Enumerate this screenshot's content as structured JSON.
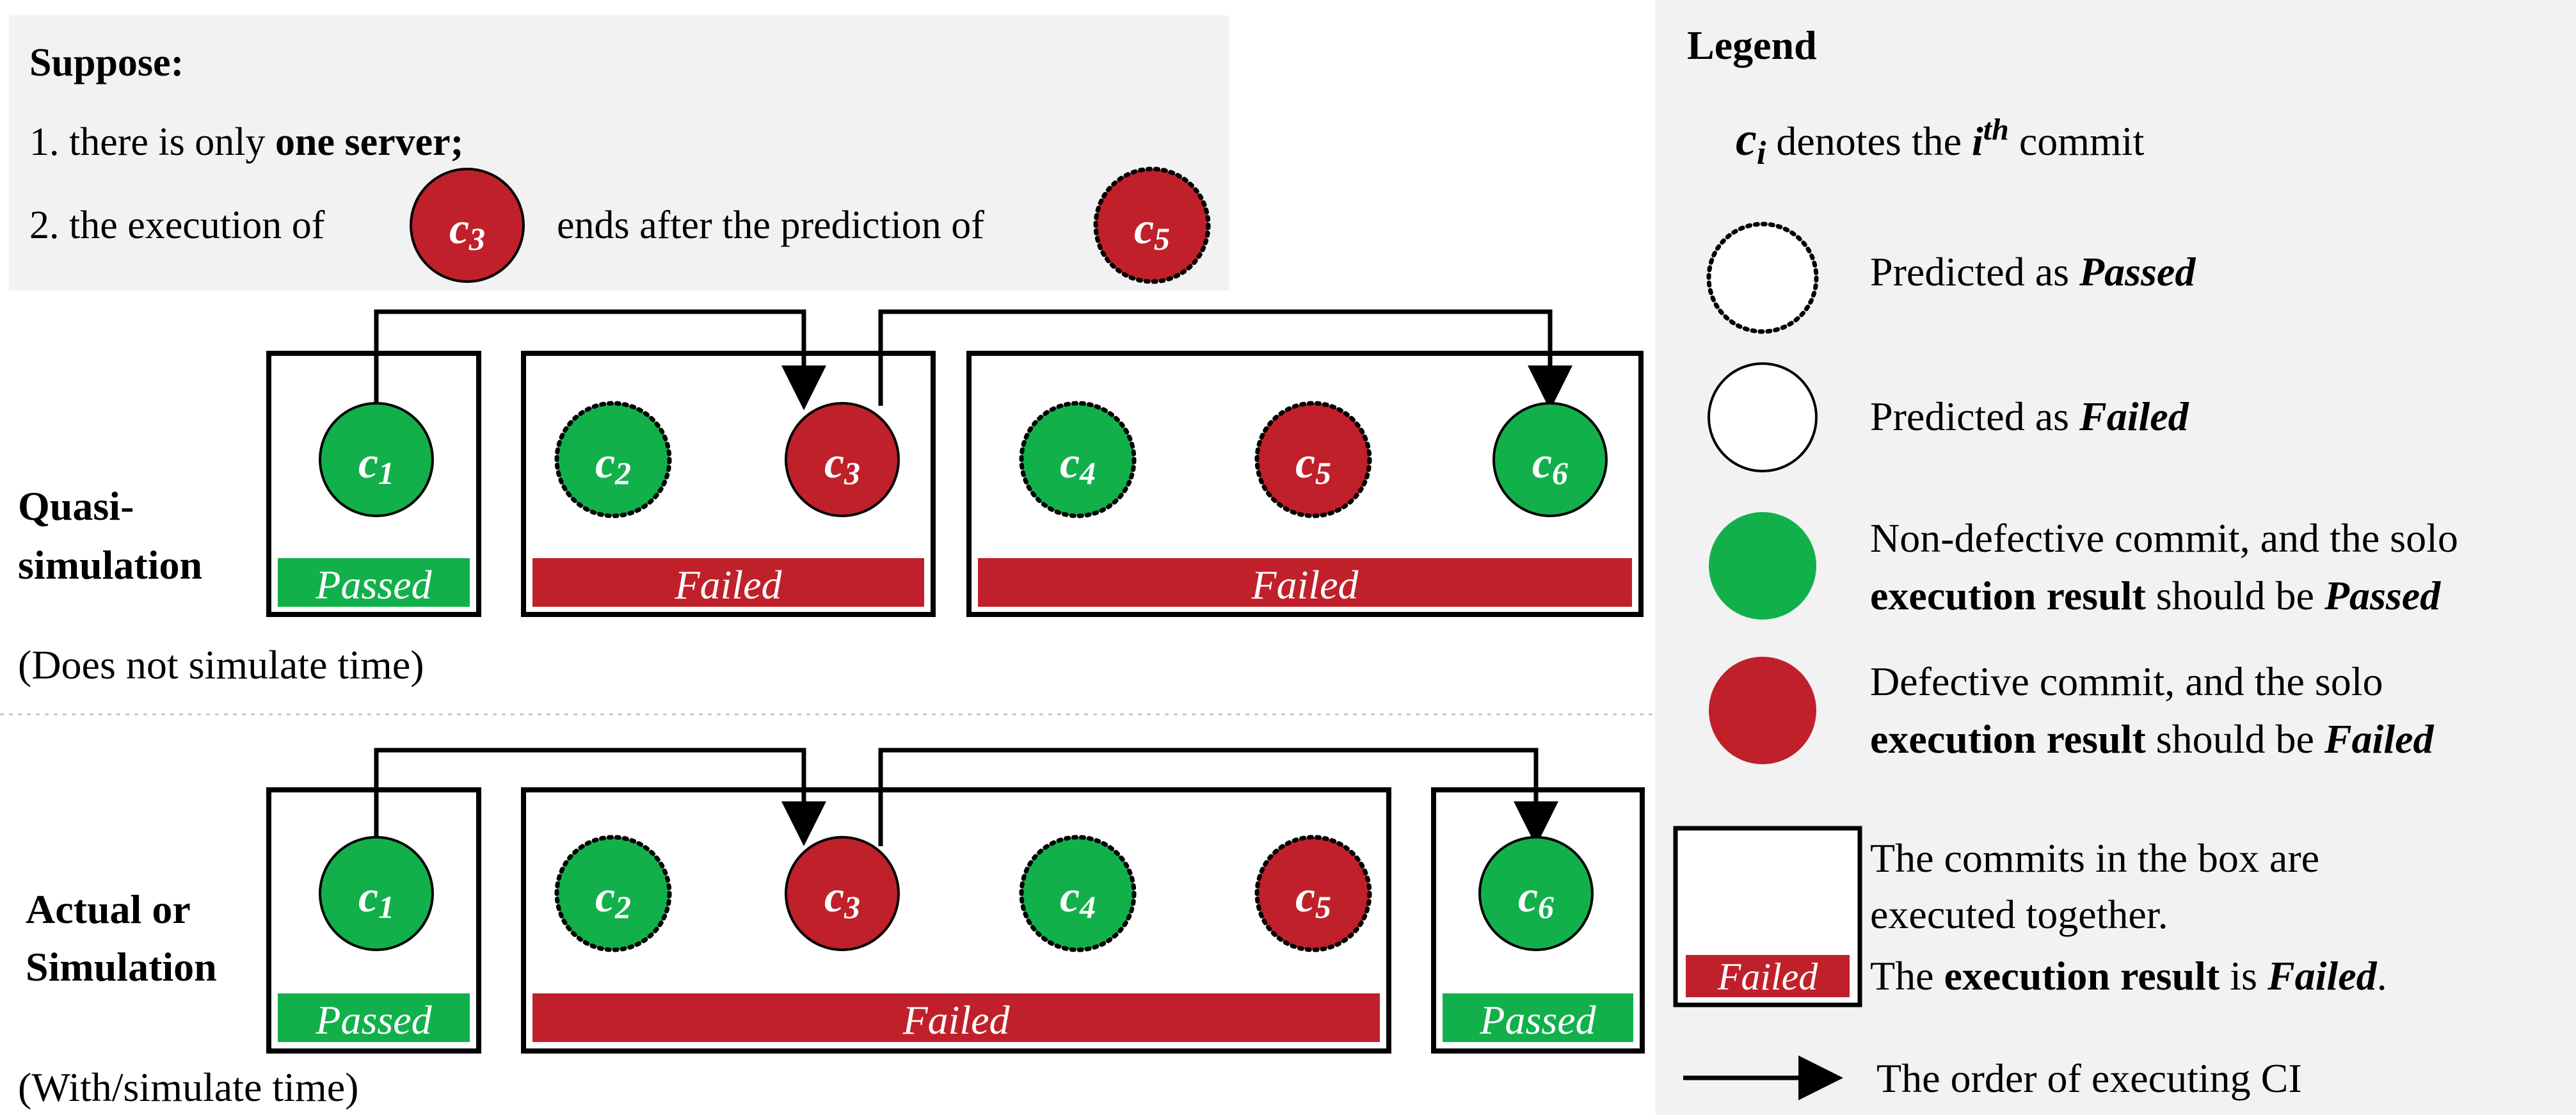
{
  "suppose": {
    "title": "Suppose:",
    "line1_prefix": "1. there is only ",
    "line1_bold": "one server;",
    "line2_prefix": "2. the execution of",
    "line2_middle": "ends after the prediction of",
    "commit_a": {
      "letter": "c",
      "sub": "3"
    },
    "commit_b": {
      "letter": "c",
      "sub": "5"
    }
  },
  "quasi": {
    "label_line1": "Quasi-",
    "label_line2": "simulation",
    "sublabel": "(Does not simulate time)",
    "commits": [
      {
        "letter": "c",
        "sub": "1",
        "result": "passed",
        "prediction": "failed"
      },
      {
        "letter": "c",
        "sub": "2",
        "result": "passed",
        "prediction": "passed"
      },
      {
        "letter": "c",
        "sub": "3",
        "result": "failed",
        "prediction": "failed"
      },
      {
        "letter": "c",
        "sub": "4",
        "result": "passed",
        "prediction": "passed"
      },
      {
        "letter": "c",
        "sub": "5",
        "result": "failed",
        "prediction": "passed"
      },
      {
        "letter": "c",
        "sub": "6",
        "result": "passed",
        "prediction": "failed"
      }
    ],
    "boxes": [
      {
        "result": "Passed"
      },
      {
        "result": "Failed"
      },
      {
        "result": "Failed"
      }
    ]
  },
  "actual": {
    "label_line1": "Actual or",
    "label_line2": "Simulation",
    "sublabel": "(With/simulate time)",
    "commits": [
      {
        "letter": "c",
        "sub": "1",
        "result": "passed",
        "prediction": "failed"
      },
      {
        "letter": "c",
        "sub": "2",
        "result": "passed",
        "prediction": "passed"
      },
      {
        "letter": "c",
        "sub": "3",
        "result": "failed",
        "prediction": "failed"
      },
      {
        "letter": "c",
        "sub": "4",
        "result": "passed",
        "prediction": "passed"
      },
      {
        "letter": "c",
        "sub": "5",
        "result": "failed",
        "prediction": "passed"
      },
      {
        "letter": "c",
        "sub": "6",
        "result": "passed",
        "prediction": "failed"
      }
    ],
    "boxes": [
      {
        "result": "Passed"
      },
      {
        "result": "Failed"
      },
      {
        "result": "Passed"
      }
    ]
  },
  "legend": {
    "title": "Legend",
    "commit_def_letter": "c",
    "commit_def_sub": "i",
    "commit_def_mid": " denotes the ",
    "commit_def_i": "i",
    "commit_def_sup": "th",
    "commit_def_end": " commit",
    "pred_passed_prefix": "Predicted as ",
    "pred_passed_em": "Passed",
    "pred_failed_prefix": "Predicted as ",
    "pred_failed_em": "Failed",
    "green_line1": "Non-defective commit, and the solo",
    "green_line2_bold": "execution result",
    "green_line2_mid": " should be ",
    "green_line2_em": "Passed",
    "red_line1": "Defective commit, and the solo",
    "red_line2_bold": "execution result",
    "red_line2_mid": " should be ",
    "red_line2_em": "Failed",
    "box_line1": "The commits in the box are",
    "box_line2": "executed together.",
    "box_line3_prefix": "The ",
    "box_line3_bold": "execution result",
    "box_line3_mid": " is ",
    "box_line3_em": "Failed",
    "box_line3_end": ".",
    "box_sample_label": "Failed",
    "arrow_text": "The order of executing CI"
  },
  "colors": {
    "green": "#12b04b",
    "red": "#c0202a",
    "panel": "#f2f2f2"
  }
}
